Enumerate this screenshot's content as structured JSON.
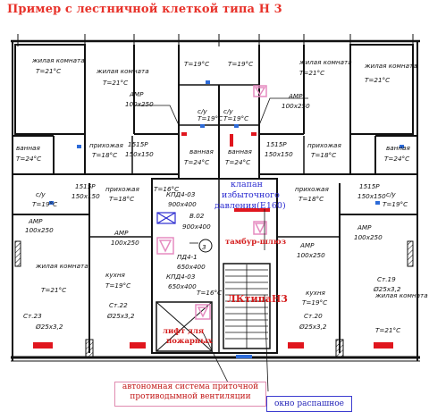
{
  "title": "Пример с лестничной клеткой типа Н 3",
  "rooms": {
    "living_tl": {
      "name": "жилая комната",
      "temp": "T=21°C"
    },
    "living_tr": {
      "name": "жилая комната",
      "temp": "T=21°C"
    },
    "living_bl": {
      "name": "жилая комната",
      "temp": "T=21°C"
    },
    "living_br": {
      "name": "жилая комната",
      "temp": "T=21°C"
    },
    "bath_l": {
      "name": "ванная",
      "temp": "T=24°C"
    },
    "bath_r": {
      "name": "ванная",
      "temp": "T=24°C"
    },
    "bath_cl": {
      "name": "ванная",
      "temp": "T=24°C"
    },
    "bath_cr": {
      "name": "ванная",
      "temp": "T=24°C"
    },
    "hall_l": {
      "name": "прихожая",
      "temp": "T=18°C"
    },
    "hall_r": {
      "name": "прихожая",
      "temp": "T=18°C"
    },
    "hall_ml": {
      "name": "прихожая",
      "temp": "T=18°C"
    },
    "hall_mr": {
      "name": "прихожая",
      "temp": "T=18°C"
    },
    "wc_l": {
      "name": "с/у",
      "temp": "T=19°C"
    },
    "wc_r": {
      "name": "с/у",
      "temp": "T=19°C"
    },
    "wc_cl": {
      "name": "с/у",
      "temp": "T=19°C"
    },
    "wc_cr": {
      "name": "с/у",
      "temp": "T=19°C"
    },
    "kitchen_l": {
      "name": "кухня",
      "temp": "T=19°C"
    },
    "kitchen_r": {
      "name": "кухня",
      "temp": "T=19°C"
    },
    "top_cl": {
      "temp": "T=19°C"
    },
    "top_cr": {
      "temp": "T=19°C"
    },
    "stair_corr": {
      "temp": "T=16°C"
    },
    "stair_lobby": {
      "temp": "T=16°C"
    }
  },
  "equipment": {
    "amp": "АМР",
    "amp_size": "100х250",
    "grille": "1515Р",
    "grille_size": "150х150",
    "kpd_1": "КПД4-03",
    "kpd_1_size": "900х400",
    "vd": "В.02",
    "vd_size": "900х400",
    "pd": "ПД4-1",
    "pd_size": "650х400",
    "kpd_2": "КПД4-03",
    "kpd_2_size": "650х400",
    "riser_l1": "Ст.23",
    "riser_l2": "Ст.22",
    "riser_r1": "Ст.20",
    "riser_r2": "Ст.19",
    "pipe": "Ø25х3,2",
    "circle_no": "3"
  },
  "labels": {
    "valve": "клапан избыточного давления (Е160)",
    "valve_l1": "клапан",
    "valve_l2": "избыточного",
    "valve_l3": "давления(Е160)",
    "vestibule": "тамбур-шлюз",
    "stair_type": "ЛКтипаН3",
    "lift": "лифт для пожарных",
    "lift_l1": "лифт для",
    "lift_l2": "пожарных",
    "system": "автономная система приточной противодымной вентиляции",
    "system_l1": "автономная система приточной",
    "system_l2": "противодымной вентиляции",
    "window": "окно распашное"
  },
  "colors": {
    "title": "#e8322a",
    "accent_red": "#d41c1c",
    "accent_blue": "#2b2bd0",
    "pink": "#e58bc0",
    "line": "#111111"
  }
}
